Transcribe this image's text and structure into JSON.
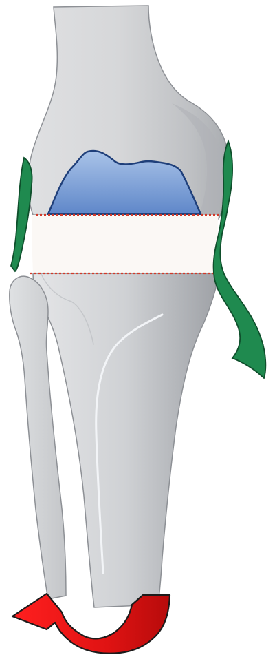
{
  "diagram": {
    "colors": {
      "background": "#ffffff",
      "bone_light": "#d9dadc",
      "bone_mid": "#c2c4c7",
      "bone_dark": "#9a9da2",
      "bone_outline": "#8d9095",
      "ligament": "#1f8a4f",
      "ligament_outline": "#0f4f2c",
      "cartilage_top": "#a9c3e8",
      "cartilage_bottom": "#5f87c9",
      "cartilage_outline": "#1f3f7a",
      "resection_fill": "#fbf8f5",
      "cut_line": "#d23a2a",
      "arrow_fill": "#e0191b",
      "arrow_outline": "#1b1b1b",
      "vessel_line": "#f2f4f7"
    },
    "elements": {
      "femur": "femur",
      "tibia": "tibia",
      "fibula": "fibula",
      "cartilage": "femoral-cartilage",
      "resection_block": "resected-joint-segment",
      "upper_cut_line": "upper-cut-line",
      "lower_cut_line": "lower-cut-line",
      "medial_ligament": "medial-collateral-ligament",
      "lateral_ligament": "lateral-collateral-ligament",
      "rotation_arrow": "rotation-arrow"
    }
  }
}
